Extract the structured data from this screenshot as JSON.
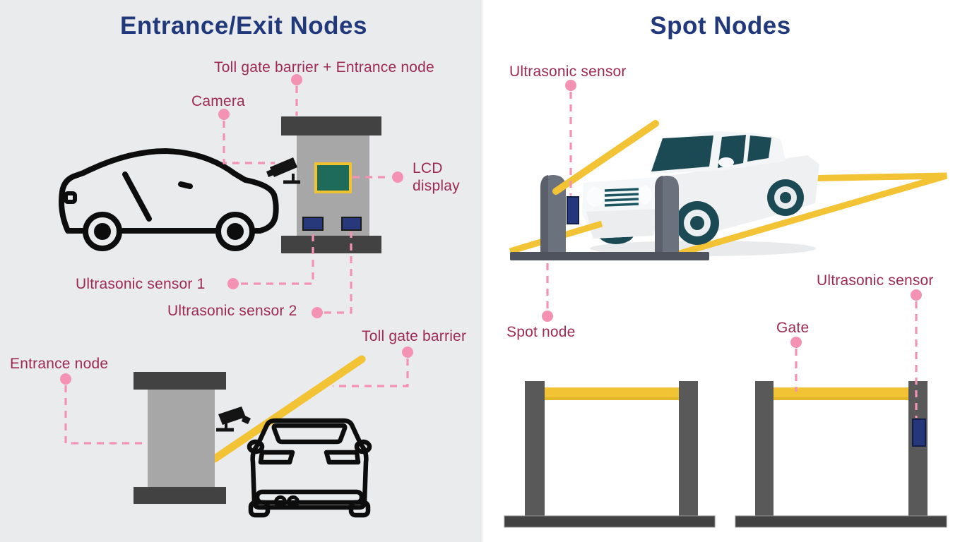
{
  "left_panel": {
    "title": "Entrance/Exit Nodes",
    "labels": {
      "toll_gate_entrance": "Toll gate barrier + Entrance node",
      "camera": "Camera",
      "lcd_display": "LCD display",
      "ultrasonic_1": "Ultrasonic sensor 1",
      "ultrasonic_2": "Ultrasonic sensor 2",
      "toll_gate_barrier": "Toll gate barrier",
      "entrance_node": "Entrance node"
    }
  },
  "right_panel": {
    "title": "Spot Nodes",
    "labels": {
      "ultrasonic_top": "Ultrasonic sensor",
      "spot_node": "Spot node",
      "gate": "Gate",
      "ultrasonic_bottom": "Ultrasonic sensor"
    }
  },
  "colors": {
    "title_navy": "#21397b",
    "label_maroon": "#9e2a52",
    "leader_pink": "#f492b4",
    "barrier_yellow": "#f2c334",
    "booth_gray": "#a7a7a7",
    "booth_cap_dark": "#424242",
    "lcd_teal": "#1e6b5a",
    "lcd_border_yellow": "#f2c230",
    "sensor_navy": "#27397b",
    "left_panel_bg": "#e9ebec",
    "car_teal": "#1c4a54",
    "post_gray": "#6c717e",
    "gate_gray": "#595959"
  }
}
